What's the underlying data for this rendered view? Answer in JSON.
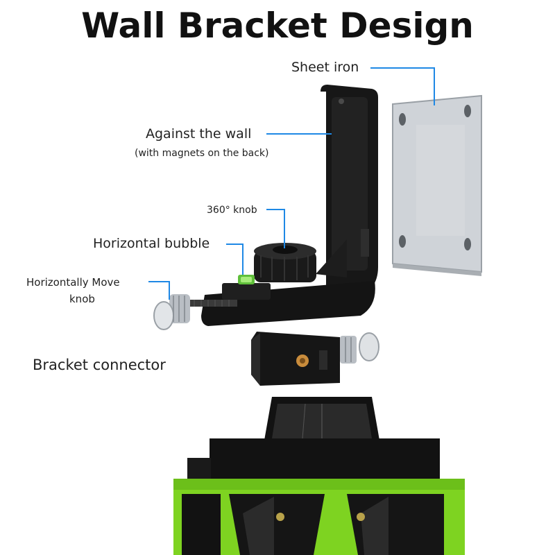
{
  "title": "Wall Bracket Design",
  "labels": {
    "sheet_iron": "Sheet iron",
    "against_wall": "Against the wall",
    "against_wall_note": "(with magnets on the back)",
    "knob_360": "360° knob",
    "horizontal_bubble": "Horizontal bubble",
    "horizontally_move_line1": "Horizontally Move",
    "horizontally_move_line2": "knob",
    "bracket_connector": "Bracket connector"
  },
  "colors": {
    "leader_line": "#1e88e5",
    "bracket_black": "#161616",
    "laser_green": "#7ed321",
    "sheet_metal": "#c9cdd2"
  }
}
